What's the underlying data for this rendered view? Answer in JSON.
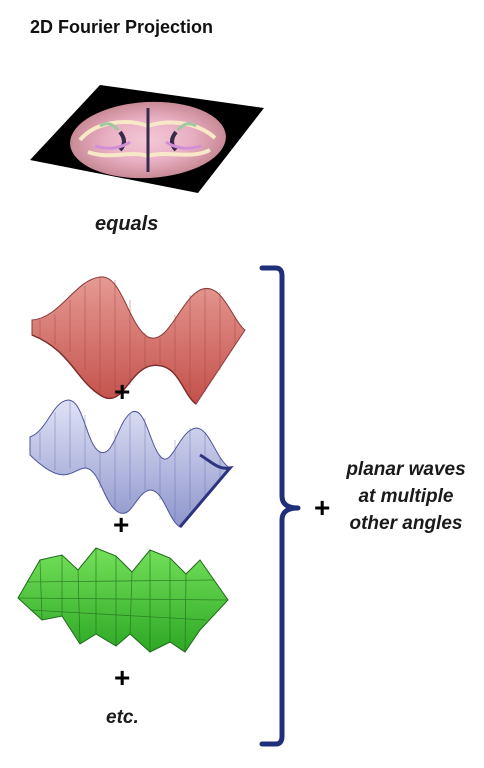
{
  "title": "2D Fourier Projection",
  "equals_label": "equals",
  "plus_symbol": "+",
  "etc_label": "etc.",
  "side_label": [
    "planar waves",
    "at multiple",
    "other angles"
  ],
  "colors": {
    "bracket": "#1f2f7a",
    "wave_red": "#d87872",
    "wave_blue": "#b7bde0",
    "wave_green": "#46c83a",
    "slice_bg": "#000000"
  },
  "icons": [
    "brain-mri-slice-image",
    "red-planar-wave",
    "blue-planar-wave",
    "green-planar-wave",
    "curly-brace"
  ]
}
